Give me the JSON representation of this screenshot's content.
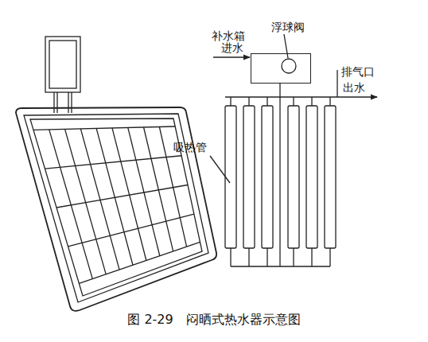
{
  "diagram": {
    "caption": "图 2-29　闷晒式热水器示意图",
    "nodes": [
      {
        "text": [
          "补水箱"
        ]
      }
    ],
    "labels": [
      "浮球阀",
      "进水",
      "排气口",
      "出水",
      "吸热管"
    ]
  }
}
